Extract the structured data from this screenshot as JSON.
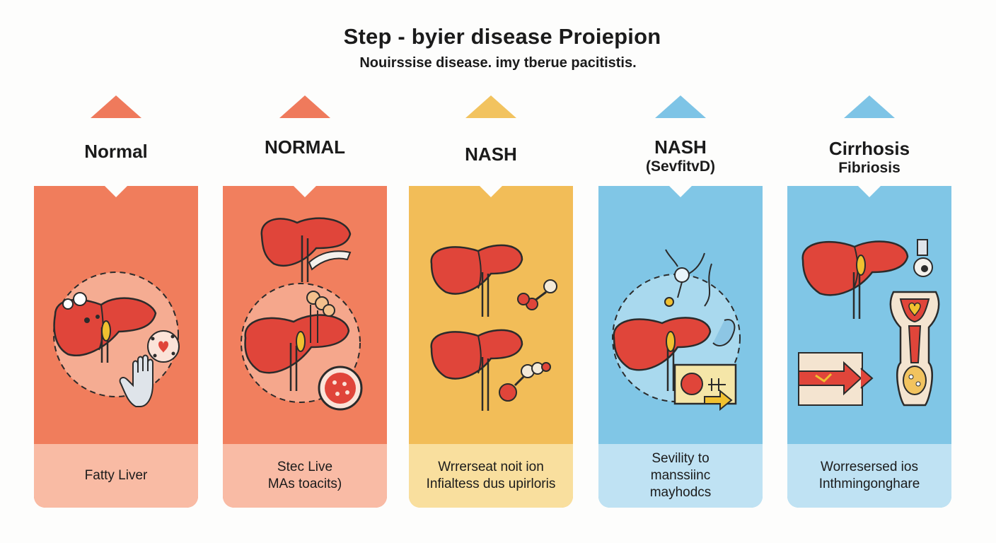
{
  "header": {
    "title": "Step - byier disease Proiepion",
    "subtitle": "Nouirssise disease. imy tberue pacitistis."
  },
  "stages": [
    {
      "heading": "Normal",
      "subheading": "",
      "footer_lines": [
        "Fatty Liver"
      ],
      "colors": {
        "marker": "#ef7a5c",
        "card": "#f07d5c",
        "footer": "#f9bba4"
      }
    },
    {
      "heading": "NORMAL",
      "subheading": "",
      "footer_lines": [
        "Stec Live",
        "MAs toacits)"
      ],
      "colors": {
        "marker": "#ef7a5c",
        "card": "#f17f5e",
        "footer": "#f9bba5"
      }
    },
    {
      "heading": "NASH",
      "subheading": "",
      "footer_lines": [
        "Wrrerseat noit ion",
        "Infialtess dus upirloris"
      ],
      "colors": {
        "marker": "#f2c35f",
        "card": "#f2bd58",
        "footer": "#f9df9e"
      }
    },
    {
      "heading": "NASH",
      "subheading": "(SevfitvD)",
      "footer_lines": [
        "Sevility to",
        "manssiinc",
        "mayhodcs"
      ],
      "colors": {
        "marker": "#7ec4e6",
        "card": "#80c6e6",
        "footer": "#bfe2f3"
      }
    },
    {
      "heading": "Cirrhosis",
      "subheading": "Fibriosis",
      "footer_lines": [
        "Worresersed ios",
        "Inthmingonghare"
      ],
      "colors": {
        "marker": "#7ec4e6",
        "card": "#80c6e6",
        "footer": "#bfe2f3"
      }
    }
  ]
}
